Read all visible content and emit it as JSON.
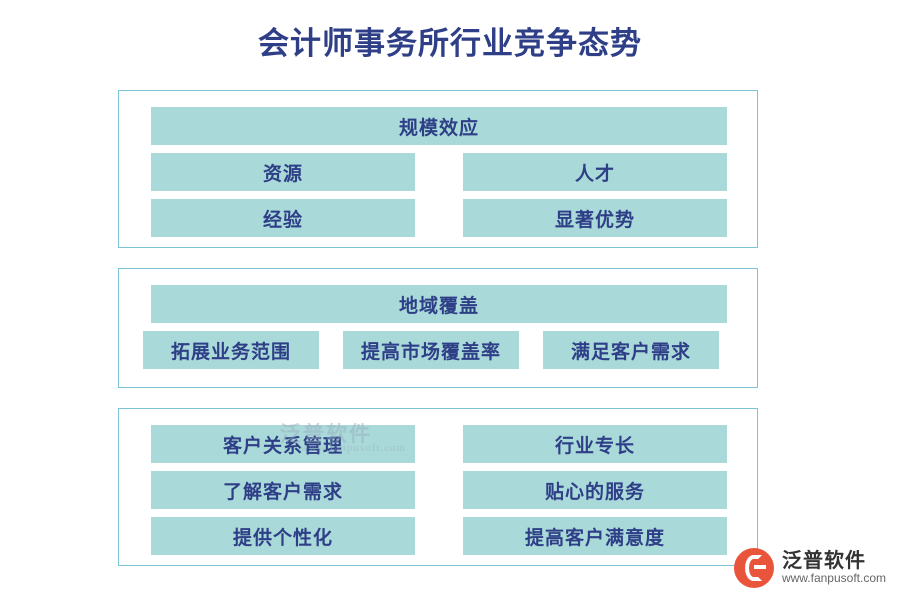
{
  "title": "会计师事务所行业竞争态势",
  "colors": {
    "title_text": "#2e3f87",
    "cell_fill": "#a9d9d8",
    "cell_text": "#2e3f87",
    "group_border": "#7fc4d6",
    "logo_mark": "#e8553a"
  },
  "groups": [
    {
      "header": "规模效应",
      "rows": [
        [
          "资源",
          "人才"
        ],
        [
          "经验",
          "显著优势"
        ]
      ]
    },
    {
      "header": "地域覆盖",
      "rows": [
        [
          "拓展业务范围",
          "提高市场覆盖率",
          "满足客户需求"
        ]
      ]
    },
    {
      "header": "",
      "rows": [
        [
          "客户关系管理",
          "行业专长"
        ],
        [
          "了解客户需求",
          "贴心的服务"
        ],
        [
          "提供个性化",
          "提高客户满意度"
        ]
      ]
    }
  ],
  "watermark": {
    "text": "泛普软件",
    "sub": "www.fanpusoft.com"
  },
  "logo": {
    "name": "泛普软件",
    "url": "www.fanpusoft.com"
  }
}
